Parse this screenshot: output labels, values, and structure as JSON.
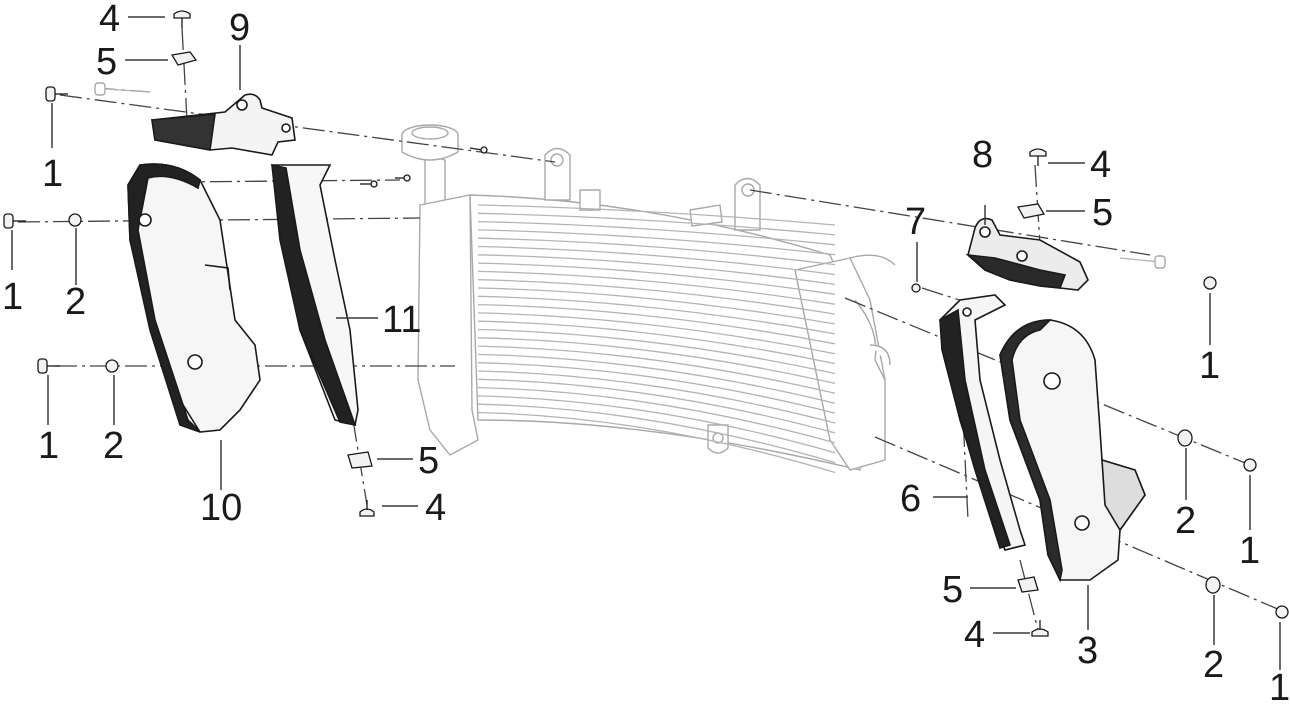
{
  "callouts": {
    "c1": "4",
    "c2": "5",
    "c3": "9",
    "c4": "1",
    "c5": "1",
    "c6": "2",
    "c7": "11",
    "c8": "1",
    "c9": "2",
    "c10": "10",
    "c11": "5",
    "c12": "4",
    "c13": "8",
    "c14": "4",
    "c15": "5",
    "c16": "7",
    "c17": "1",
    "c18": "6",
    "c19": "2",
    "c20": "1",
    "c21": "5",
    "c22": "4",
    "c23": "3",
    "c24": "2",
    "c25": "1"
  }
}
